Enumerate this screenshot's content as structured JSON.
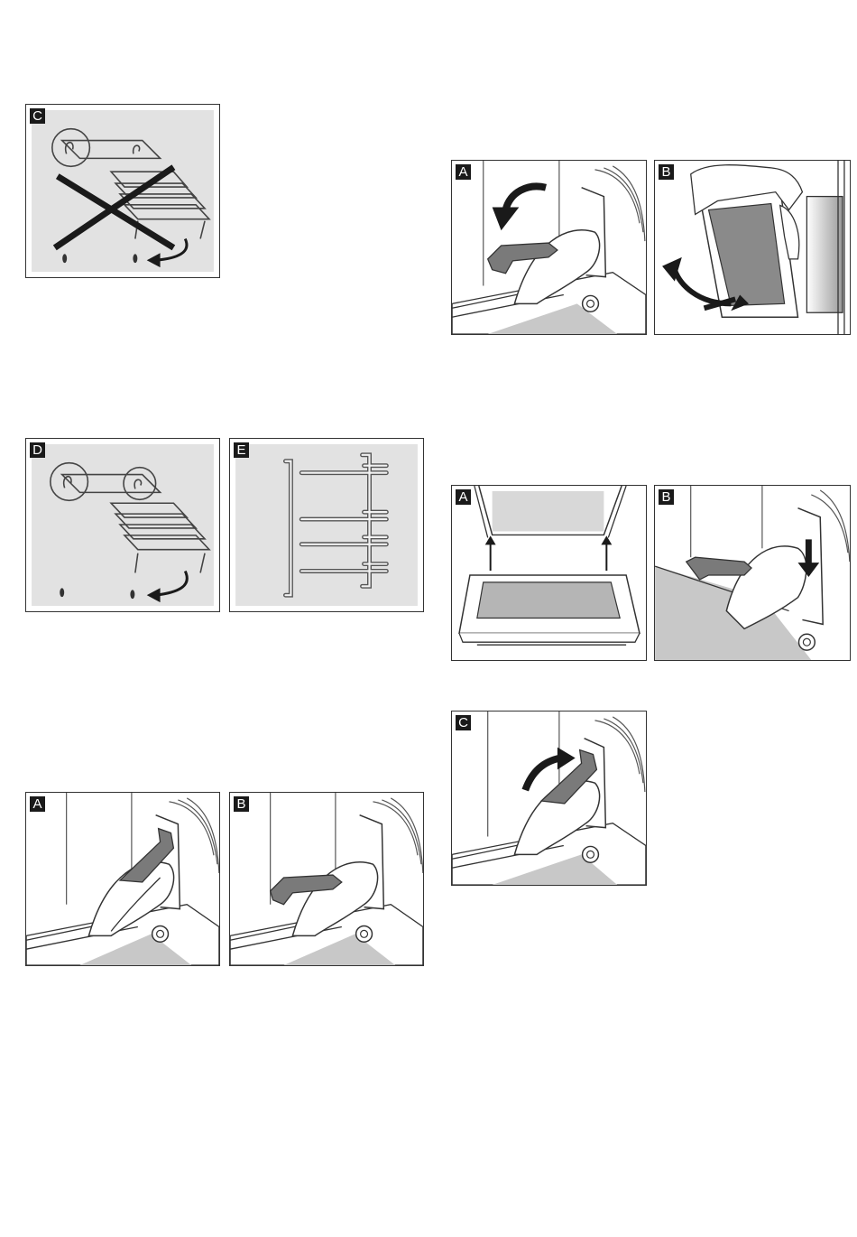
{
  "panels": {
    "rack_wrong": {
      "label": "C"
    },
    "rack_correct": {
      "label": "D"
    },
    "rack_side": {
      "label": "E"
    },
    "hinge_left_a": {
      "label": "A"
    },
    "hinge_left_b": {
      "label": "B"
    },
    "door_open_a": {
      "label": "A"
    },
    "door_lift_b": {
      "label": "B"
    },
    "door_insert_a": {
      "label": "A"
    },
    "door_hook_b": {
      "label": "B"
    },
    "hinge_close_c": {
      "label": "C"
    }
  },
  "colors": {
    "panel_bg_grey": "#e2e2e2",
    "lever_grey": "#7a7a7a",
    "floor_grey": "#c8c8c8",
    "ink": "#1a1a1a"
  }
}
